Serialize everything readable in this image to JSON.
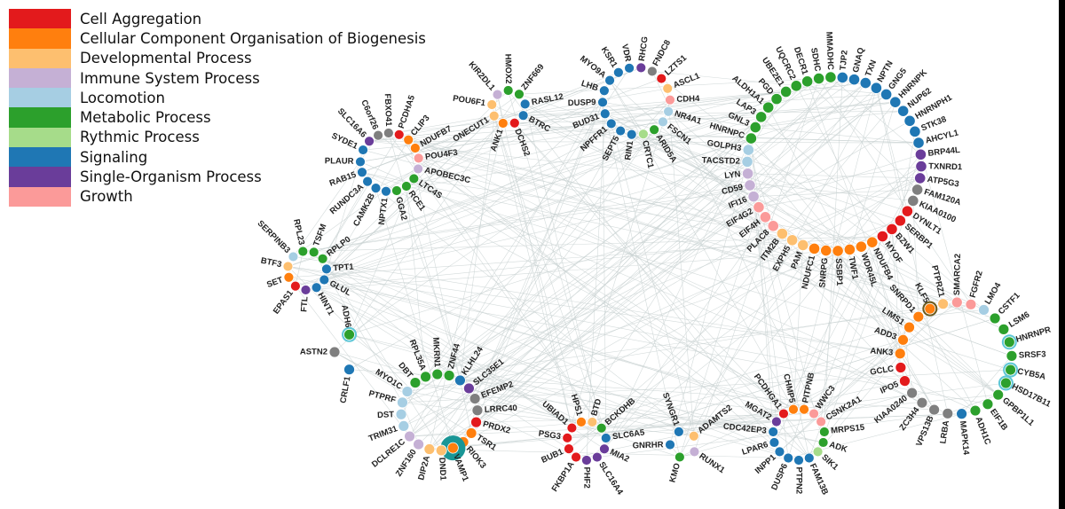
{
  "legend": [
    {
      "label": "Cell Aggregation",
      "color": "#e31a1c"
    },
    {
      "label": "Cellular Component Organisation of Biogenesis",
      "color": "#ff7f0e"
    },
    {
      "label": "Developmental Process",
      "color": "#fdbf6f"
    },
    {
      "label": "Immune System Process",
      "color": "#c5b0d5"
    },
    {
      "label": "Locomotion",
      "color": "#a6cee3"
    },
    {
      "label": "Metabolic Process",
      "color": "#2ca02c"
    },
    {
      "label": "Rythmic Process",
      "color": "#a6dc8a"
    },
    {
      "label": "Signaling",
      "color": "#1f77b4"
    },
    {
      "label": "Single-Organism Process",
      "color": "#6a3d9a"
    },
    {
      "label": "Growth",
      "color": "#fb9a99"
    }
  ],
  "unassigned_color": "#7f7f7f",
  "edge_color": "#c9d2d2",
  "clusters": [
    {
      "id": "a",
      "nodes": [
        [
          "SYDE1",
          7
        ],
        [
          "SLC16A6",
          8
        ],
        [
          "C6orf26",
          10
        ],
        [
          "FBXO41",
          10
        ],
        [
          "PCDHA5",
          0
        ],
        [
          "CLIP3",
          1
        ],
        [
          "NDUFB7",
          1
        ],
        [
          "POU4F3",
          9
        ],
        [
          "APOBEC3C",
          3
        ],
        [
          "LTC4S",
          5
        ],
        [
          "RCE1",
          5
        ],
        [
          "GGA2",
          5
        ],
        [
          "NPTX1",
          7
        ],
        [
          "CAMK2B",
          7
        ],
        [
          "RUNDC3A",
          7
        ],
        [
          "RAB15",
          7
        ],
        [
          "PLAUR",
          7
        ]
      ]
    },
    {
      "id": "b",
      "nodes": [
        [
          "KIR2DL1",
          3
        ],
        [
          "HMOX2",
          5
        ],
        [
          "ZNF669",
          5
        ],
        [
          "RASL12",
          7
        ],
        [
          "BTRC",
          7
        ],
        [
          "DCHS2",
          0
        ],
        [
          "ANK1",
          1
        ],
        [
          "ONECUT1",
          2
        ],
        [
          "POU6F1",
          2
        ]
      ]
    },
    {
      "id": "c",
      "nodes": [
        [
          "VDR",
          7
        ],
        [
          "RHCG",
          8
        ],
        [
          "FNDC8",
          10
        ],
        [
          "LZTS1",
          0
        ],
        [
          "ASCL1",
          2
        ],
        [
          "CDH4",
          9
        ],
        [
          "NR4A1",
          4
        ],
        [
          "FSCN1",
          4
        ],
        [
          "ARID5A",
          5
        ],
        [
          "CRTC1",
          6
        ],
        [
          "RIN1",
          7
        ],
        [
          "SEPT5",
          7
        ],
        [
          "NPFFR1",
          7
        ],
        [
          "BUD31",
          7
        ],
        [
          "DUSP9",
          7
        ],
        [
          "LHB",
          7
        ],
        [
          "MYO9A",
          7
        ],
        [
          "KSR1",
          7
        ]
      ]
    },
    {
      "id": "d",
      "nodes": [
        [
          "GNL3",
          5
        ],
        [
          "LAP3",
          5
        ],
        [
          "ALDH1A1",
          5
        ],
        [
          "PGD",
          5
        ],
        [
          "UBE2E1",
          5
        ],
        [
          "UQCRC2",
          5
        ],
        [
          "DECR1",
          5
        ],
        [
          "SDHC",
          5
        ],
        [
          "MMADHC",
          5
        ],
        [
          "TJP2",
          7
        ],
        [
          "GNAQ",
          7
        ],
        [
          "TXN",
          7
        ],
        [
          "NPTN",
          7
        ],
        [
          "GNG5",
          7
        ],
        [
          "HNRNPK",
          7
        ],
        [
          "NUP62",
          7
        ],
        [
          "HNRNPH1",
          7
        ],
        [
          "STK38",
          7
        ],
        [
          "AHCYL1",
          7
        ],
        [
          "BRP44L",
          8
        ],
        [
          "TXNRD1",
          8
        ],
        [
          "ATP5G3",
          8
        ],
        [
          "FAM120A",
          10
        ],
        [
          "KIAA0100",
          10
        ],
        [
          "DYNLT1",
          0
        ],
        [
          "SERBP1",
          0
        ],
        [
          "BZW1",
          0
        ],
        [
          "MYOF",
          0
        ],
        [
          "NDUFB4",
          1
        ],
        [
          "WDR45L",
          1
        ],
        [
          "TWF1",
          1
        ],
        [
          "SSBP1",
          1
        ],
        [
          "SNRPG",
          1
        ],
        [
          "NDUFC1",
          1
        ],
        [
          "PAM",
          2
        ],
        [
          "EXPH5",
          2
        ],
        [
          "ITM2B",
          2
        ],
        [
          "PLAC8",
          9
        ],
        [
          "EIF4H",
          9
        ],
        [
          "EIF4G2",
          9
        ],
        [
          "IFI16",
          3
        ],
        [
          "CD59",
          3
        ],
        [
          "LYN",
          3
        ],
        [
          "TACSTD2",
          4
        ],
        [
          "GOLPH3",
          4
        ],
        [
          "HNRNPC",
          5
        ]
      ]
    },
    {
      "id": "e",
      "nodes": [
        [
          "SNRPD1",
          1
        ],
        [
          "KLF5",
          1
        ],
        [
          "PTPRZ1",
          2
        ],
        [
          "SMARCA2",
          9
        ],
        [
          "FGFR2",
          9
        ],
        [
          "LMO4",
          4
        ],
        [
          "CSTF1",
          5
        ],
        [
          "LSM6",
          5
        ],
        [
          "HNRNPR",
          5
        ],
        [
          "SRSF3",
          5
        ],
        [
          "CYB5A",
          5
        ],
        [
          "HSD17B11",
          5
        ],
        [
          "GPBP1L1",
          5
        ],
        [
          "EIF1B",
          5
        ],
        [
          "ADH1C",
          5
        ],
        [
          "MAPK14",
          7
        ],
        [
          "LRBA",
          10
        ],
        [
          "VPS13B",
          10
        ],
        [
          "ZC3H4",
          10
        ],
        [
          "KIAA0240",
          10
        ],
        [
          "IPO5",
          0
        ],
        [
          "GCLC",
          0
        ],
        [
          "ANK3",
          1
        ],
        [
          "ADD3",
          1
        ],
        [
          "LIMS1",
          1
        ]
      ]
    },
    {
      "id": "f",
      "nodes": [
        [
          "SERPINB3",
          4
        ],
        [
          "RPL23",
          5
        ],
        [
          "TSFM",
          5
        ],
        [
          "RPLP0",
          5
        ],
        [
          "TPT1",
          7
        ],
        [
          "GLUL",
          7
        ],
        [
          "HINT1",
          7
        ],
        [
          "FTL",
          8
        ],
        [
          "EPAS1",
          0
        ],
        [
          "SET",
          1
        ],
        [
          "BTF3",
          2
        ]
      ]
    },
    {
      "id": "g",
      "nodes": [
        [
          "ADH6",
          5
        ],
        [
          "ASTN2",
          10
        ],
        [
          "CRLF1",
          7
        ]
      ]
    },
    {
      "id": "h",
      "nodes": [
        [
          "DBT",
          5
        ],
        [
          "RPL35A",
          5
        ],
        [
          "MKRN1",
          5
        ],
        [
          "ZNF44",
          5
        ],
        [
          "KLHL24",
          7
        ],
        [
          "SLC35E1",
          8
        ],
        [
          "EFEMP2",
          10
        ],
        [
          "LRRC40",
          10
        ],
        [
          "PRDX2",
          0
        ],
        [
          "TSR1",
          1
        ],
        [
          "RIOK3",
          1
        ],
        [
          "VAMP1",
          1
        ],
        [
          "DND1",
          2
        ],
        [
          "DIP2A",
          2
        ],
        [
          "ZNF160",
          3
        ],
        [
          "DCLRE1C",
          3
        ],
        [
          "TRIM31",
          4
        ],
        [
          "DST",
          4
        ],
        [
          "PTPRF",
          4
        ],
        [
          "MYO1C",
          4
        ]
      ]
    },
    {
      "id": "i",
      "nodes": [
        [
          "HPS1",
          1
        ],
        [
          "BTD",
          2
        ],
        [
          "BCKDHB",
          5
        ],
        [
          "SLC6A5",
          7
        ],
        [
          "MIA2",
          8
        ],
        [
          "SLC16A4",
          8
        ],
        [
          "PHF2",
          8
        ],
        [
          "FKBP1A",
          0
        ],
        [
          "BUB1",
          0
        ],
        [
          "PSG3",
          0
        ],
        [
          "UBIAD1",
          0
        ]
      ]
    },
    {
      "id": "j",
      "nodes": [
        [
          "SYNGR1",
          7
        ],
        [
          "ADAMTS2",
          2
        ],
        [
          "RUNX1",
          3
        ],
        [
          "KMO",
          5
        ],
        [
          "GNRHR",
          7
        ]
      ]
    },
    {
      "id": "k",
      "nodes": [
        [
          "PCDHGA1",
          0
        ],
        [
          "CHMP5",
          1
        ],
        [
          "PITPNB",
          1
        ],
        [
          "WWC3",
          9
        ],
        [
          "CSNK2A1",
          9
        ],
        [
          "MRPS15",
          5
        ],
        [
          "ADK",
          5
        ],
        [
          "SIK1",
          6
        ],
        [
          "FAM13B",
          7
        ],
        [
          "PTPN2",
          7
        ],
        [
          "DUSP6",
          7
        ],
        [
          "INPP1",
          7
        ],
        [
          "LPAR6",
          7
        ],
        [
          "CDC42EP3",
          7
        ],
        [
          "MGAT2",
          8
        ]
      ]
    }
  ]
}
